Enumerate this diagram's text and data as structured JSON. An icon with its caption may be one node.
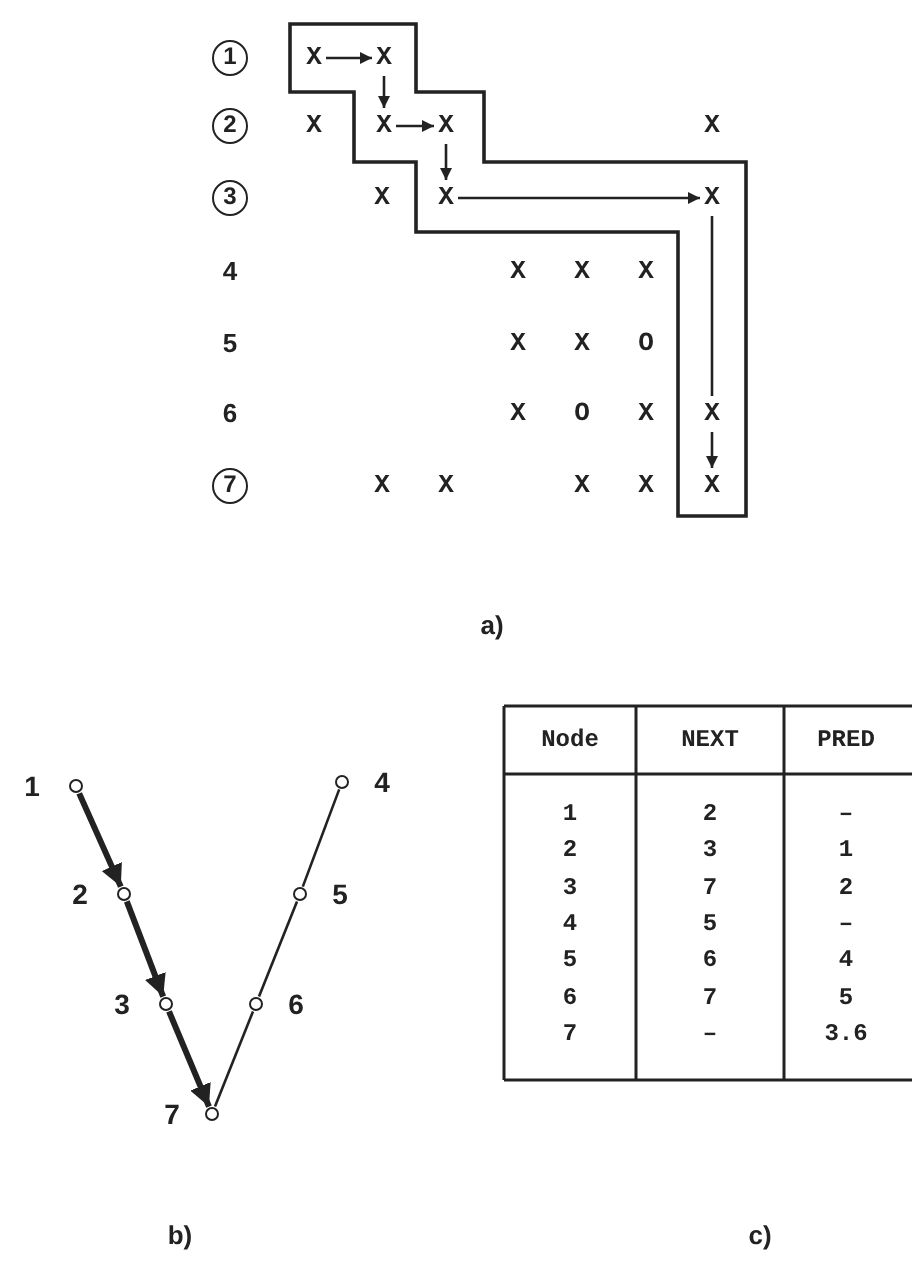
{
  "diagram": {
    "nodes": [
      {
        "text": [
          "1"
        ]
      },
      {
        "text": [],
        "shape": "band"
      },
      {
        "text": [
          "X"
        ],
        "in": 1
      },
      {
        "text": [
          "X"
        ],
        "in": 1
      },
      {
        "text": [
          "2"
        ]
      },
      {
        "text": [
          "X"
        ],
        "in": 1
      },
      {
        "text": [
          "X"
        ],
        "in": 1
      },
      {
        "text": [
          "3"
        ]
      },
      {
        "text": [
          "X"
        ],
        "in": 1
      },
      {
        "text": [
          "X"
        ],
        "in": 1
      },
      {
        "text": [
          "X"
        ],
        "in": 1
      },
      {
        "text": [
          "7"
        ]
      },
      {
        "text": [
          "X"
        ],
        "in": 1
      },
      {
        "text": [],
        "shape": "circle",
        "beside": [
          "1"
        ]
      },
      {
        "text": [],
        "shape": "circle",
        "beside": [
          "2"
        ]
      },
      {
        "text": [],
        "shape": "circle",
        "beside": [
          "3"
        ]
      },
      {
        "text": [],
        "shape": "circle",
        "beside": [
          "4"
        ]
      },
      {
        "text": [],
        "shape": "circle",
        "beside": [
          "5"
        ]
      },
      {
        "text": [],
        "shape": "circle",
        "beside": [
          "6"
        ]
      },
      {
        "text": [],
        "shape": "circle",
        "beside": [
          "7"
        ]
      }
    ],
    "edges": [
      {
        "from": 2,
        "to": 3,
        "arrow": "to"
      },
      {
        "from": 3,
        "to": 5,
        "arrow": "to"
      },
      {
        "from": 5,
        "to": 6,
        "arrow": "to"
      },
      {
        "from": 6,
        "to": 8,
        "arrow": "to"
      },
      {
        "from": 8,
        "to": 9,
        "arrow": "to"
      },
      {
        "from": 9,
        "to": 10,
        "arrow": "none"
      },
      {
        "from": 10,
        "to": 12,
        "arrow": "to"
      },
      {
        "from": 13,
        "to": 14,
        "arrow": "to",
        "style": "thick"
      },
      {
        "from": 14,
        "to": 15,
        "arrow": "to",
        "style": "thick"
      },
      {
        "from": 15,
        "to": 19,
        "arrow": "to",
        "style": "thick"
      },
      {
        "from": 16,
        "to": 17,
        "arrow": "none"
      },
      {
        "from": 17,
        "to": 18,
        "arrow": "none"
      },
      {
        "from": 18,
        "to": 19,
        "arrow": "none"
      }
    ],
    "labels": [
      "X",
      "X",
      "X",
      "4",
      "X",
      "X",
      "X",
      "5",
      "X",
      "X",
      "O",
      "6",
      "X",
      "O",
      "X",
      "X",
      "X",
      "X",
      "X",
      "a)",
      "Node",
      "NEXT",
      "PRED",
      "1",
      "2",
      "–",
      "2",
      "3",
      "1",
      "3",
      "7",
      "2",
      "4",
      "5",
      "–",
      "5",
      "6",
      "4",
      "6",
      "7",
      "5",
      "7",
      "–",
      "3.6",
      "b)",
      "c)"
    ]
  }
}
